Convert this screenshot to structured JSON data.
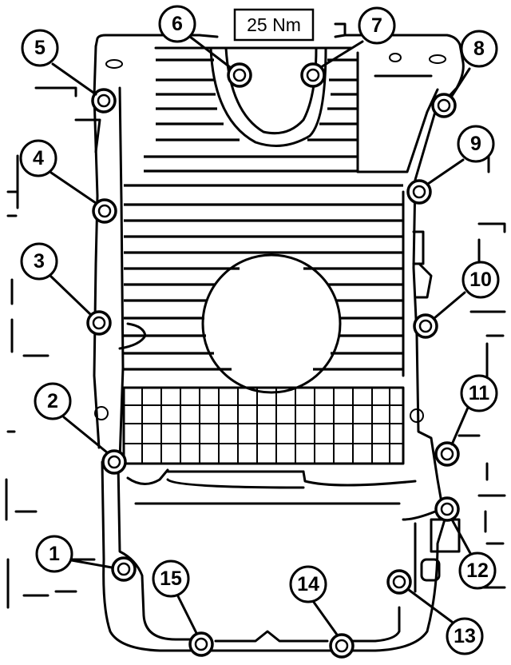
{
  "torque_label": "25 Nm",
  "callouts": [
    {
      "id": "1",
      "text": "1"
    },
    {
      "id": "2",
      "text": "2"
    },
    {
      "id": "3",
      "text": "3"
    },
    {
      "id": "4",
      "text": "4"
    },
    {
      "id": "5",
      "text": "5"
    },
    {
      "id": "6",
      "text": "6"
    },
    {
      "id": "7",
      "text": "7"
    },
    {
      "id": "8",
      "text": "8"
    },
    {
      "id": "9",
      "text": "9"
    },
    {
      "id": "10",
      "text": "10"
    },
    {
      "id": "11",
      "text": "11"
    },
    {
      "id": "12",
      "text": "12"
    },
    {
      "id": "13",
      "text": "13"
    },
    {
      "id": "14",
      "text": "14"
    },
    {
      "id": "15",
      "text": "15"
    }
  ]
}
